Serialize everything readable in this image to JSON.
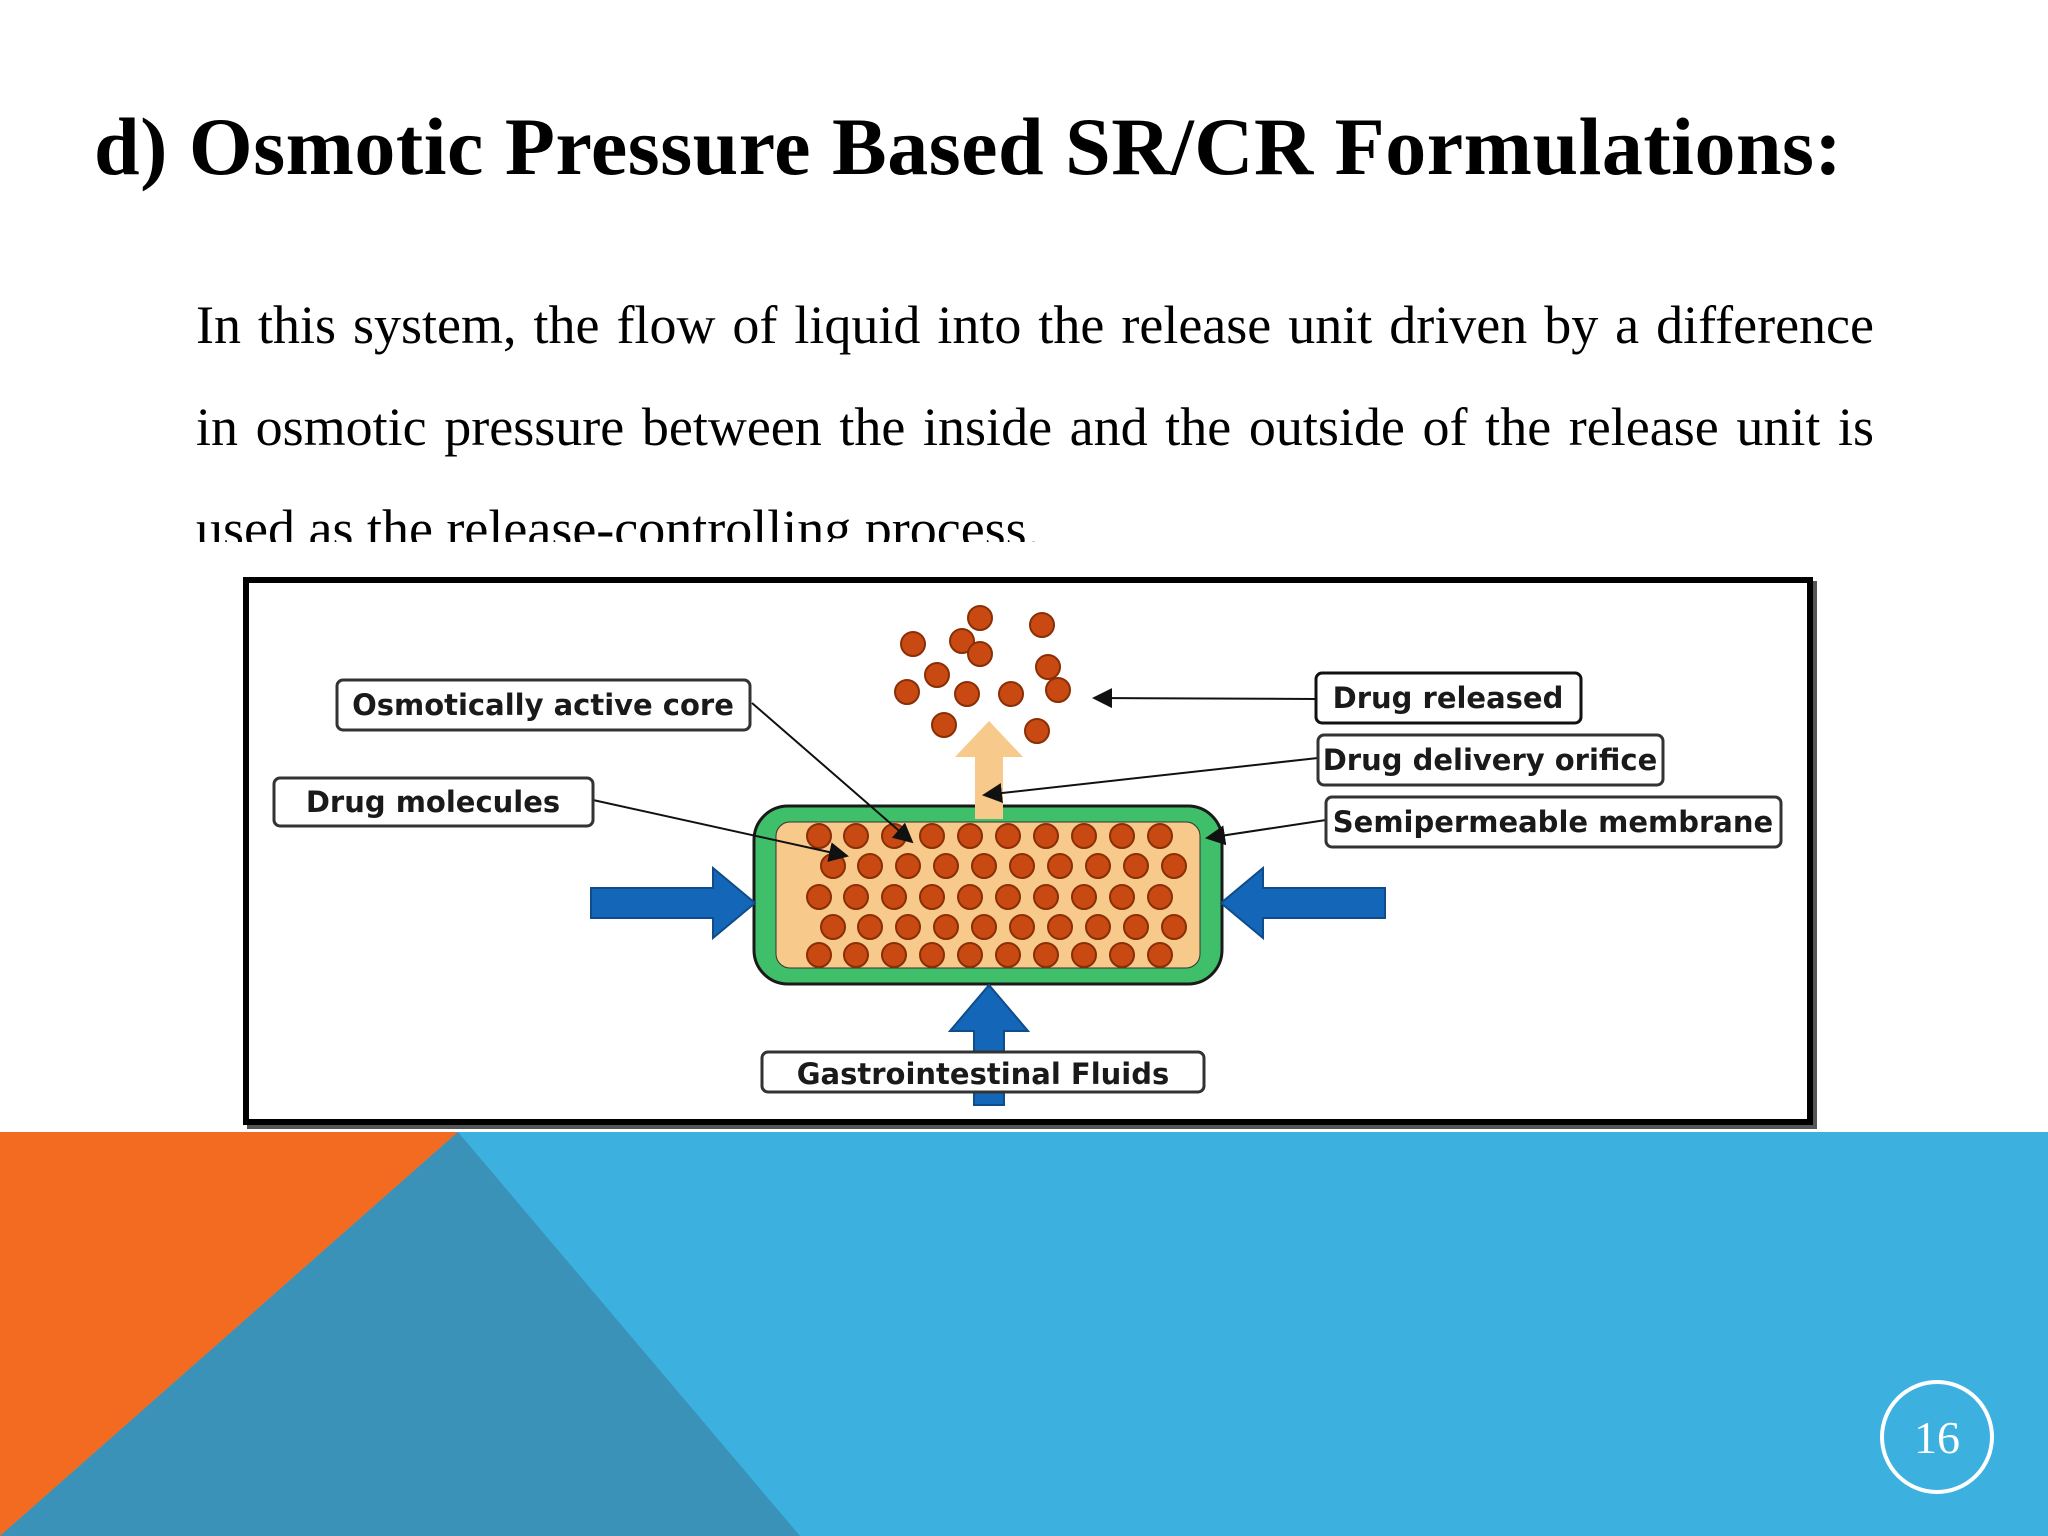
{
  "slide": {
    "title": "d) Osmotic Pressure Based SR/CR Formulations:",
    "body": "In this system, the flow of liquid into the release unit driven by a difference in osmotic pressure between the inside and the outside of the release unit is used as the release-controlling process.",
    "page_number": "16"
  },
  "diagram": {
    "labels": {
      "osmotic_core": "Osmotically active core",
      "drug_molecules": "Drug molecules",
      "drug_released": "Drug released",
      "delivery_orifice": "Drug delivery orifice",
      "membrane": "Semipermeable membrane",
      "gi_fluids": "Gastrointestinal Fluids"
    }
  },
  "colors": {
    "orange": "#F26B21",
    "light_blue": "#3CB0DF",
    "steel_blue": "#3B92B8",
    "arrow_blue": "#1467B8",
    "membrane_green": "#3FBF6A",
    "core_fill": "#F7C98A",
    "molecule": "#C84A12"
  }
}
